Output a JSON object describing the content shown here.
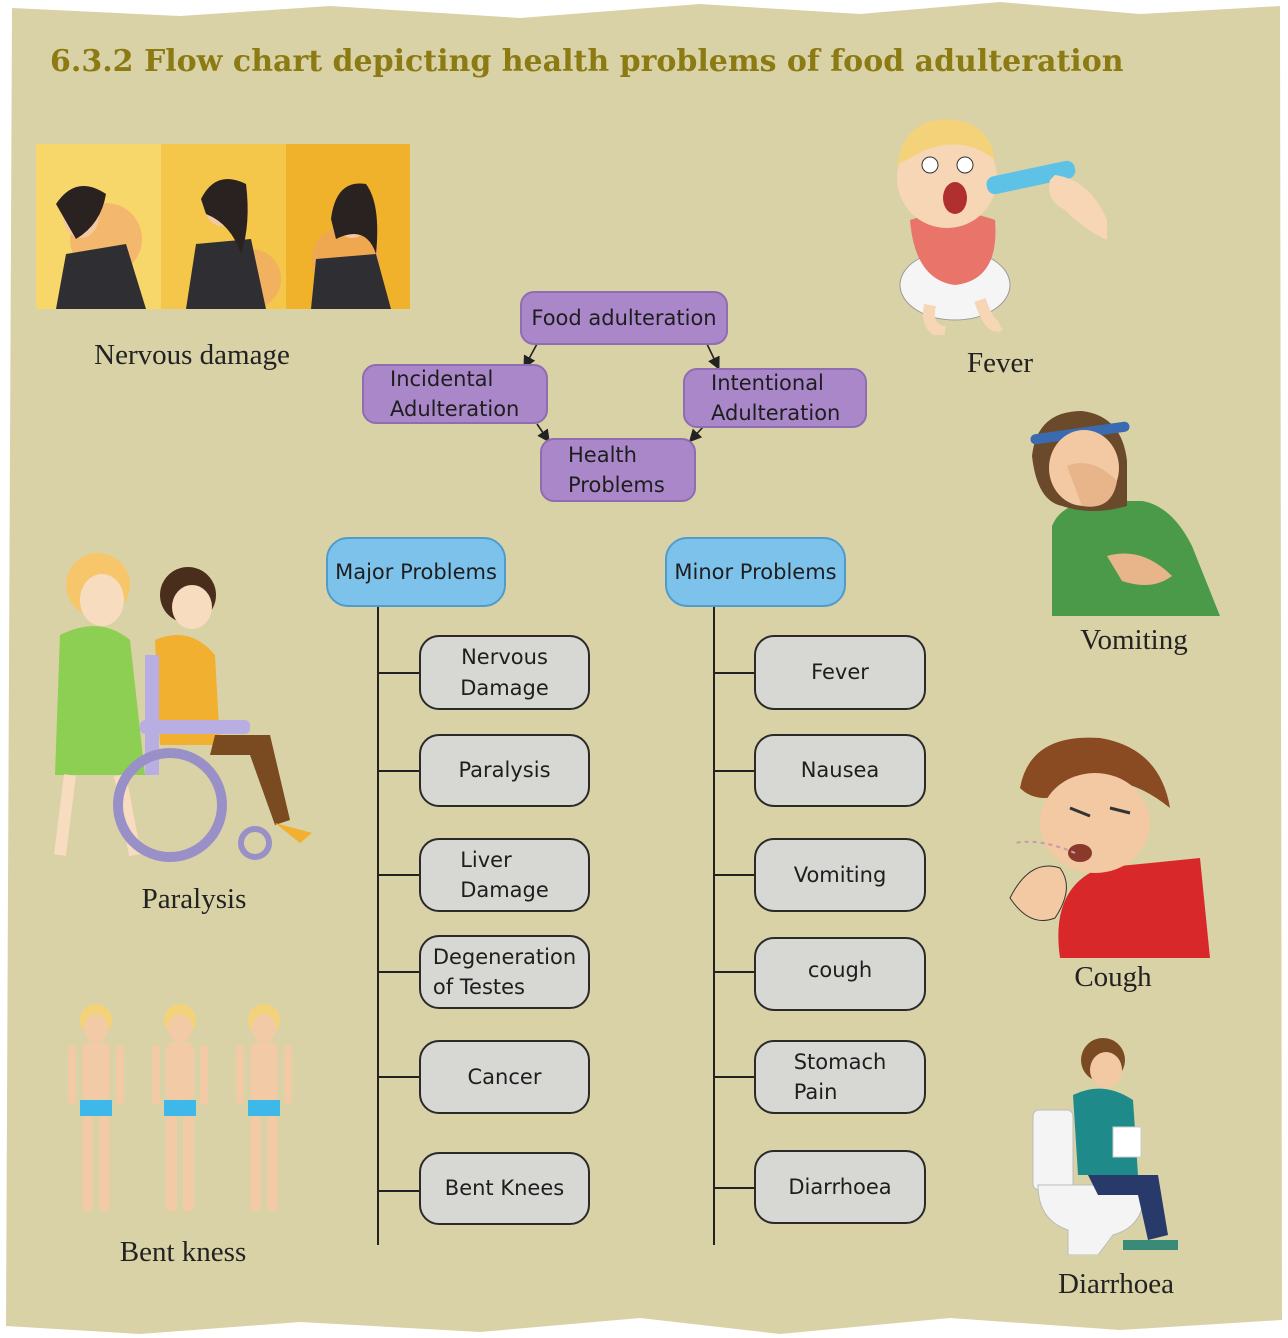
{
  "title": "6.3.2 Flow chart depicting health problems of food adulteration",
  "flow": {
    "root": "Food adulteration",
    "incidental": [
      "Incidental",
      "Adulteration"
    ],
    "intentional": [
      "Intentional",
      "Adulteration"
    ],
    "health": [
      "Health",
      "Problems"
    ]
  },
  "major": {
    "header": "Major Problems",
    "items": [
      [
        "Nervous",
        "Damage"
      ],
      [
        "Paralysis"
      ],
      [
        "Liver",
        "Damage"
      ],
      [
        "Degeneration",
        "of Testes"
      ],
      [
        "Cancer"
      ],
      [
        "Bent Knees"
      ]
    ]
  },
  "minor": {
    "header": "Minor Problems",
    "items": [
      [
        "Fever"
      ],
      [
        "Nausea"
      ],
      [
        "Vomiting"
      ],
      [
        "cough"
      ],
      [
        "Stomach",
        "Pain"
      ],
      [
        "Diarrhoea"
      ]
    ]
  },
  "captions": {
    "nervous": "Nervous damage",
    "paralysis": "Paralysis",
    "bent": "Bent kness",
    "fever": "Fever",
    "vomiting": "Vomiting",
    "cough": "Cough",
    "diarrhoea": "Diarrhoea"
  },
  "colors": {
    "background": "#d9d2a6",
    "title": "#8c7a12",
    "flow_box": "#a987c8",
    "header_box": "#7cc2ea",
    "item_box": "#d7d7d4"
  }
}
